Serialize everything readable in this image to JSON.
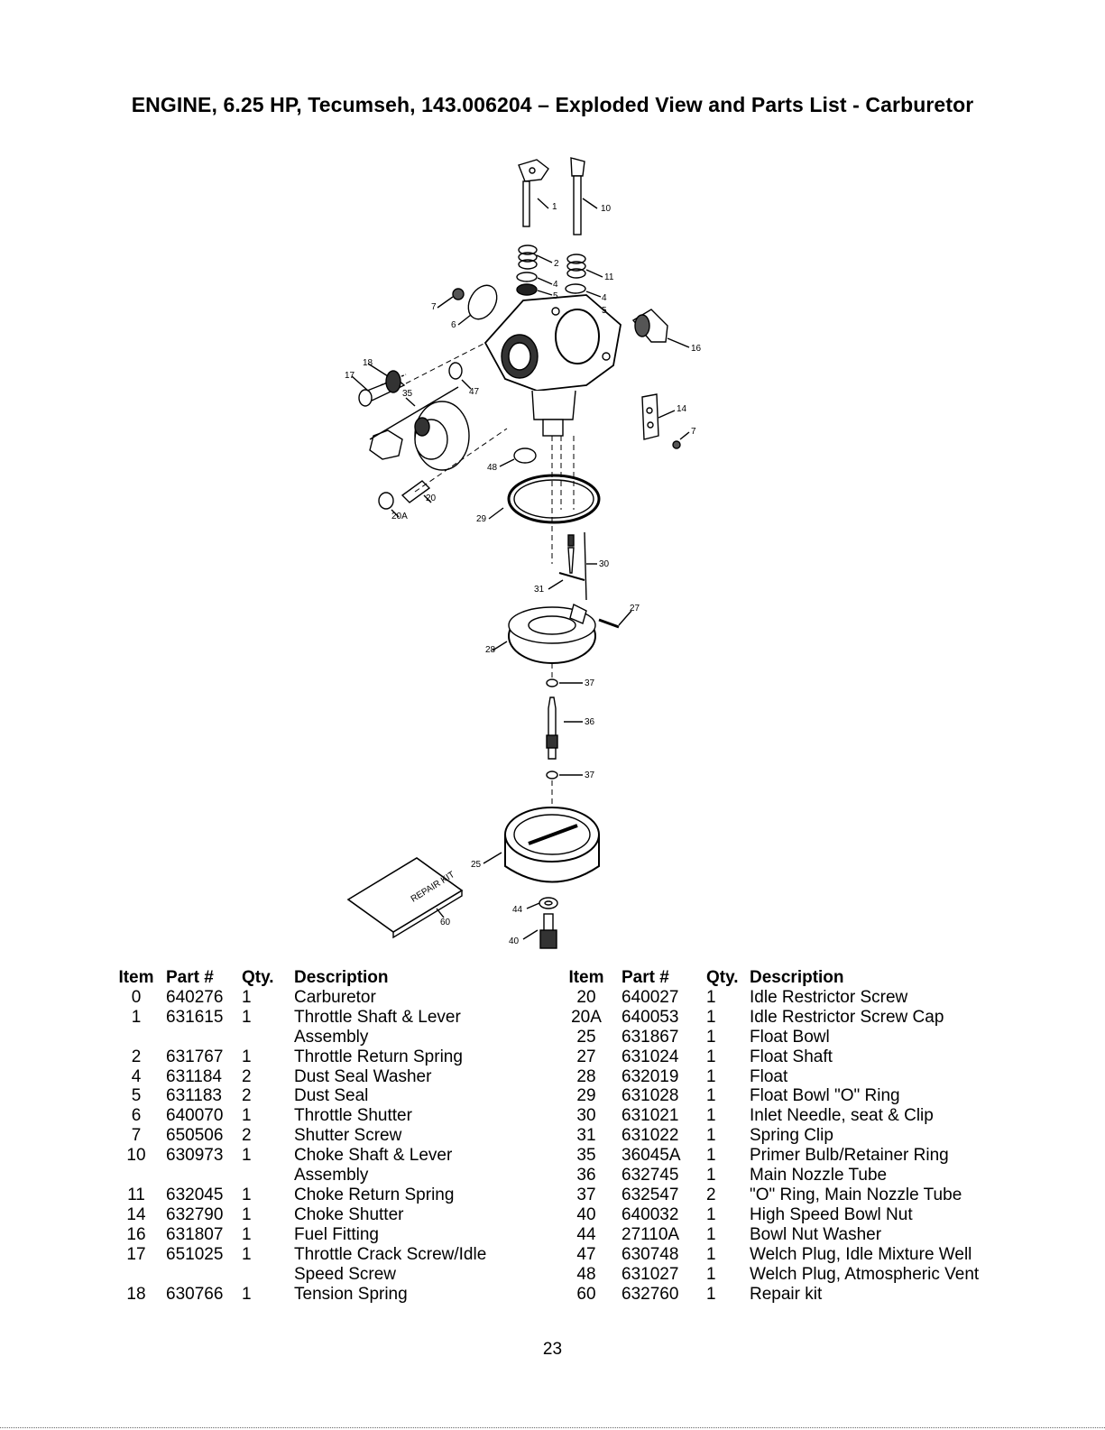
{
  "title": "ENGINE, 6.25 HP, Tecumseh, 143.006204 – Exploded View and Parts List - Carburetor",
  "diagram": {
    "callouts": [
      "1",
      "10",
      "2",
      "11",
      "4",
      "5",
      "4",
      "5",
      "7",
      "6",
      "16",
      "18",
      "17",
      "35",
      "47",
      "14",
      "7",
      "48",
      "20",
      "20A",
      "29",
      "30",
      "31",
      "27",
      "28",
      "37",
      "36",
      "37",
      "25",
      "60",
      "44",
      "40"
    ],
    "repair_kit_label": "REPAIR KIT"
  },
  "parts_table": {
    "headers": {
      "item": "Item",
      "part": "Part #",
      "qty": "Qty.",
      "desc": "Description"
    },
    "left": [
      {
        "item": "0",
        "part": "640276",
        "qty": "1",
        "desc": "Carburetor"
      },
      {
        "item": "1",
        "part": "631615",
        "qty": "1",
        "desc": "Throttle Shaft & Lever"
      },
      {
        "item": "",
        "part": "",
        "qty": "",
        "desc": "Assembly"
      },
      {
        "item": "2",
        "part": "631767",
        "qty": "1",
        "desc": "Throttle Return Spring"
      },
      {
        "item": "4",
        "part": "631184",
        "qty": "2",
        "desc": "Dust Seal Washer"
      },
      {
        "item": "5",
        "part": "631183",
        "qty": "2",
        "desc": "Dust Seal"
      },
      {
        "item": "6",
        "part": "640070",
        "qty": "1",
        "desc": "Throttle Shutter"
      },
      {
        "item": "7",
        "part": "650506",
        "qty": "2",
        "desc": "Shutter Screw"
      },
      {
        "item": "10",
        "part": "630973",
        "qty": "1",
        "desc": "Choke Shaft & Lever"
      },
      {
        "item": "",
        "part": "",
        "qty": "",
        "desc": "Assembly"
      },
      {
        "item": "11",
        "part": "632045",
        "qty": "1",
        "desc": "Choke Return Spring"
      },
      {
        "item": "14",
        "part": "632790",
        "qty": "1",
        "desc": "Choke Shutter"
      },
      {
        "item": "16",
        "part": "631807",
        "qty": "1",
        "desc": "Fuel Fitting"
      },
      {
        "item": "17",
        "part": "651025",
        "qty": "1",
        "desc": "Throttle Crack Screw/Idle"
      },
      {
        "item": "",
        "part": "",
        "qty": "",
        "desc": "Speed Screw"
      },
      {
        "item": "18",
        "part": "630766",
        "qty": "1",
        "desc": "Tension Spring"
      }
    ],
    "right": [
      {
        "item": "20",
        "part": "640027",
        "qty": "1",
        "desc": "Idle Restrictor Screw"
      },
      {
        "item": "20A",
        "part": "640053",
        "qty": "1",
        "desc": "Idle Restrictor Screw Cap"
      },
      {
        "item": "25",
        "part": "631867",
        "qty": "1",
        "desc": "Float Bowl"
      },
      {
        "item": "27",
        "part": "631024",
        "qty": "1",
        "desc": "Float Shaft"
      },
      {
        "item": "28",
        "part": "632019",
        "qty": "1",
        "desc": "Float"
      },
      {
        "item": "29",
        "part": "631028",
        "qty": "1",
        "desc": "Float Bowl \"O\" Ring"
      },
      {
        "item": "30",
        "part": "631021",
        "qty": "1",
        "desc": "Inlet Needle, seat & Clip"
      },
      {
        "item": "31",
        "part": "631022",
        "qty": "1",
        "desc": "Spring Clip"
      },
      {
        "item": "35",
        "part": "36045A",
        "qty": "1",
        "desc": "Primer Bulb/Retainer Ring"
      },
      {
        "item": "36",
        "part": "632745",
        "qty": "1",
        "desc": "Main Nozzle Tube"
      },
      {
        "item": "37",
        "part": "632547",
        "qty": "2",
        "desc": "\"O\" Ring, Main Nozzle Tube"
      },
      {
        "item": "40",
        "part": "640032",
        "qty": "1",
        "desc": "High Speed Bowl Nut"
      },
      {
        "item": "44",
        "part": "27110A",
        "qty": "1",
        "desc": "Bowl Nut Washer"
      },
      {
        "item": "47",
        "part": "630748",
        "qty": "1",
        "desc": "Welch Plug, Idle Mixture Well"
      },
      {
        "item": "48",
        "part": "631027",
        "qty": "1",
        "desc": "Welch Plug, Atmospheric Vent"
      },
      {
        "item": "60",
        "part": "632760",
        "qty": "1",
        "desc": "Repair kit"
      }
    ]
  },
  "page_number": "23"
}
